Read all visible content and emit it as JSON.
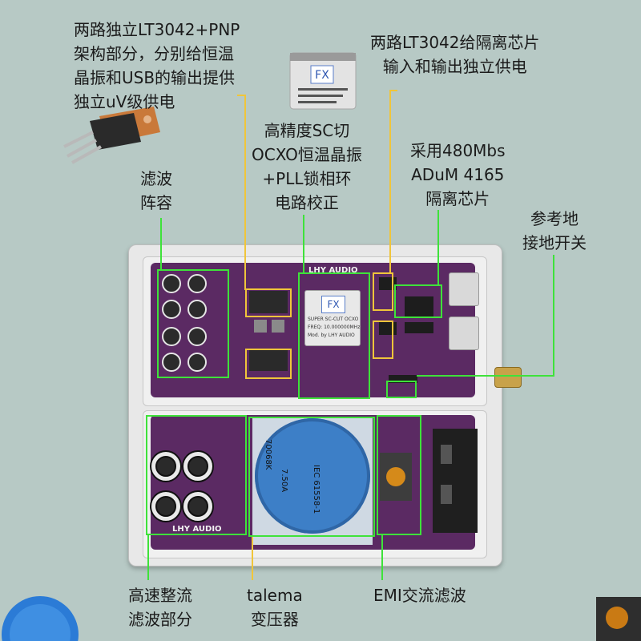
{
  "labels": {
    "lt3042_pnp": [
      "两路独立LT3042+PNP",
      "架构部分，分别给恒温",
      "晶振和USB的输出提供",
      "独立uV级供电"
    ],
    "lt3042_iso": [
      "两路LT3042给隔离芯片",
      "输入和输出独立供电"
    ],
    "ocxo": [
      "高精度SC切",
      "OCXO恒温晶振",
      "+PLL锁相环",
      "电路校正"
    ],
    "adum": [
      "采用480Mbs",
      "ADuM 4165",
      "隔离芯片"
    ],
    "filter_caps": [
      "滤波",
      "阵容"
    ],
    "ground_switch": [
      "参考地",
      "接地开关"
    ],
    "rectifier": [
      "高速整流",
      "滤波部分"
    ],
    "transformer": [
      "talema",
      "变压器"
    ],
    "emi": [
      "EMI交流滤波"
    ]
  },
  "board": {
    "brand_top": "LHY AUDIO",
    "brand_bottom": "LHY AUDIO"
  },
  "ocxo_chip": {
    "logo": "FX",
    "line1": "SUPER SC-CUT OCXO",
    "line2": "FREQ: 10.000000MHz",
    "line3": "Mod. by LHY AUDIO"
  },
  "transformer_markings": [
    "70068K",
    "7.50A",
    "IEC 61558-1"
  ],
  "colors": {
    "background": "#b7c9c5",
    "pcb": "#5b2a63",
    "callout": "#3ee23a",
    "highlight": "#f0c53a",
    "transformer": "#3d7fc7"
  }
}
